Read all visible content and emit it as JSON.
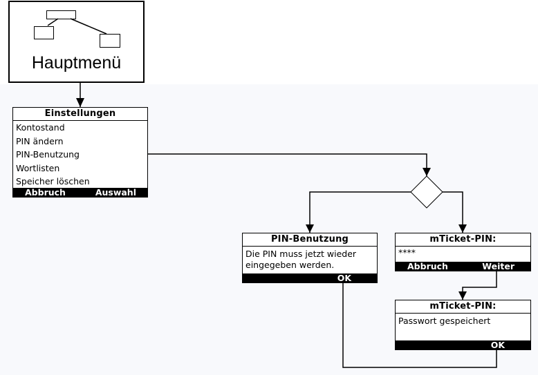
{
  "main_menu": {
    "label": "Hauptmenü"
  },
  "settings_screen": {
    "title": "Einstellungen",
    "items": [
      "Kontostand",
      "PIN ändern",
      "PIN-Benutzung",
      "Wortlisten",
      "Speicher löschen"
    ],
    "softkey_left": "Abbruch",
    "softkey_right": "Auswahl"
  },
  "decision": {
    "shape": "diamond"
  },
  "pin_usage_screen": {
    "title": "PIN-Benutzung",
    "message_line1": "Die PIN muss jetzt wieder",
    "message_line2": "eingegeben werden.",
    "softkey_right": "OK"
  },
  "pin_entry_screen": {
    "title": "mTicket-PIN:",
    "input_value": "****",
    "softkey_left": "Abbruch",
    "softkey_right": "Weiter"
  },
  "pin_saved_screen": {
    "title": "mTicket-PIN:",
    "message": "Passwort gespeichert",
    "softkey_right": "OK"
  },
  "colors": {
    "line": "#000000",
    "softkey_bar": "#000000",
    "background_tint": "#f8f9fc"
  }
}
